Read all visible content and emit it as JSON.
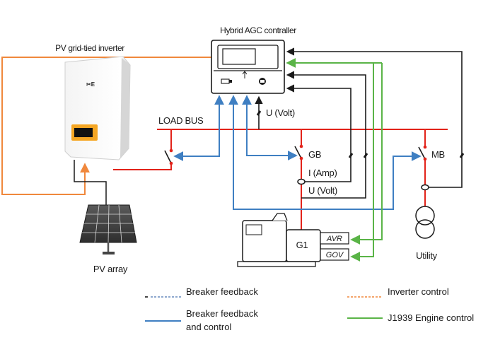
{
  "labels": {
    "controller": "Hybrid AGC contraller",
    "inverter": "PV grid-tied inverter",
    "load_bus": "LOAD BUS",
    "u_volt_top": "U (Volt)",
    "gb": "GB",
    "i_amp": "I (Amp)",
    "u_volt_mid": "U (Volt)",
    "mb": "MB",
    "g1": "G1",
    "avr": "AVR",
    "gov": "GOV",
    "utility": "Utility",
    "pv_array": "PV array",
    "inverter_badge": "✂E"
  },
  "legend": {
    "breaker_feedback": "Breaker feedback",
    "breaker_feedback_control_1": "Breaker feedback",
    "breaker_feedback_control_2": "and control",
    "inverter_control": "Inverter control",
    "j1939": "J1939 Engine control"
  },
  "colors": {
    "bus_red": "#e2231a",
    "control_blue": "#3f7fc2",
    "inverter_orange": "#f0883c",
    "engine_green": "#5ab447",
    "signal_black": "#1a1a1a",
    "feedback_dashed_blue": "#4a73b0"
  }
}
